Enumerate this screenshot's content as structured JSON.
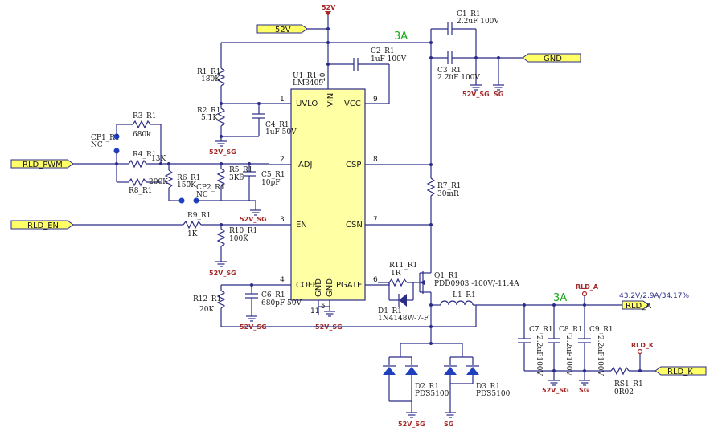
{
  "ic": {
    "ref": "U1_R1",
    "part": "LM3409",
    "pins": {
      "uvlo": "UVLO",
      "iadj": "IADJ",
      "en": "EN",
      "coff": "COFF",
      "vin": "VIN",
      "vcc": "VCC",
      "csp": "CSP",
      "csn": "CSN",
      "pgate": "PGATE",
      "gnd1": "GND",
      "gnd2": "GND"
    },
    "pin_numbers": {
      "uvlo": "1",
      "iadj": "2",
      "en": "3",
      "coff": "4",
      "vin": "10",
      "vcc": "9",
      "csp": "8",
      "csn": "7",
      "pgate": "6",
      "gnd_a": "11",
      "gnd_b": "5"
    }
  },
  "nets": {
    "v52": "52V",
    "gnd": "GND",
    "rld_pwm": "RLD_PWM",
    "rld_en": "RLD_EN",
    "rld_a": "RLD_A",
    "rld_k": "RLD_K",
    "sg52": "52V_SG",
    "sg": "SG"
  },
  "annotations": {
    "current_top": "3A",
    "current_out": "3A",
    "output_spec": "43.2V/2.9A/34.17%"
  },
  "components": {
    "r1": {
      "ref": "R1_R1",
      "value": "180K"
    },
    "r2": {
      "ref": "R2_R1",
      "value": "5.1K"
    },
    "c4": {
      "ref": "C4_R1",
      "value": "1uF 50V"
    },
    "r3": {
      "ref": "R3_R1",
      "value": "680k"
    },
    "r4": {
      "ref": "R4_R1",
      "value": "13K"
    },
    "r8": {
      "ref": "R8_R1",
      "value": "200K"
    },
    "r6": {
      "ref": "R6_R1",
      "value": "150K"
    },
    "cp1": {
      "ref": "CP1_R1",
      "value": "NC"
    },
    "cp2": {
      "ref": "CP2_R1",
      "value": "NC"
    },
    "r5": {
      "ref": "R5_R1",
      "value": "3K6"
    },
    "c5": {
      "ref": "C5_R1",
      "value": "10pF"
    },
    "r9": {
      "ref": "R9_R1",
      "value": "1K"
    },
    "r10": {
      "ref": "R10_R1",
      "value": "100K"
    },
    "r12": {
      "ref": "R12_R1",
      "value": "20K"
    },
    "c6": {
      "ref": "C6_R1",
      "value": "680pF 50V"
    },
    "c1": {
      "ref": "C1_R1",
      "value": "2.2uF 100V"
    },
    "c2": {
      "ref": "C2_R1",
      "value": "1uF 100V"
    },
    "c3": {
      "ref": "C3_R1",
      "value": "2.2uF 100V"
    },
    "r7": {
      "ref": "R7_R1",
      "value": "30mR"
    },
    "r11": {
      "ref": "R11_R1",
      "value": "1R"
    },
    "d1": {
      "ref": "D1_R1",
      "value": "1N4148W-7-F"
    },
    "q1": {
      "ref": "Q1_R1",
      "value": "PDD0903 -100V/-11.4A"
    },
    "l1": {
      "ref": "L1_R1",
      "value": ""
    },
    "d2": {
      "ref": "D2_R1",
      "value": "PDS5100"
    },
    "d3": {
      "ref": "D3_R1",
      "value": "PDS5100"
    },
    "c7": {
      "ref": "C7_R1",
      "value": "2.2uF100V"
    },
    "c8": {
      "ref": "C8_R1",
      "value": "2.2uF100V"
    },
    "c9": {
      "ref": "C9_R1",
      "value": "2.2uF100V"
    },
    "rs1": {
      "ref": "RS1_R1",
      "value": "0R02"
    }
  }
}
